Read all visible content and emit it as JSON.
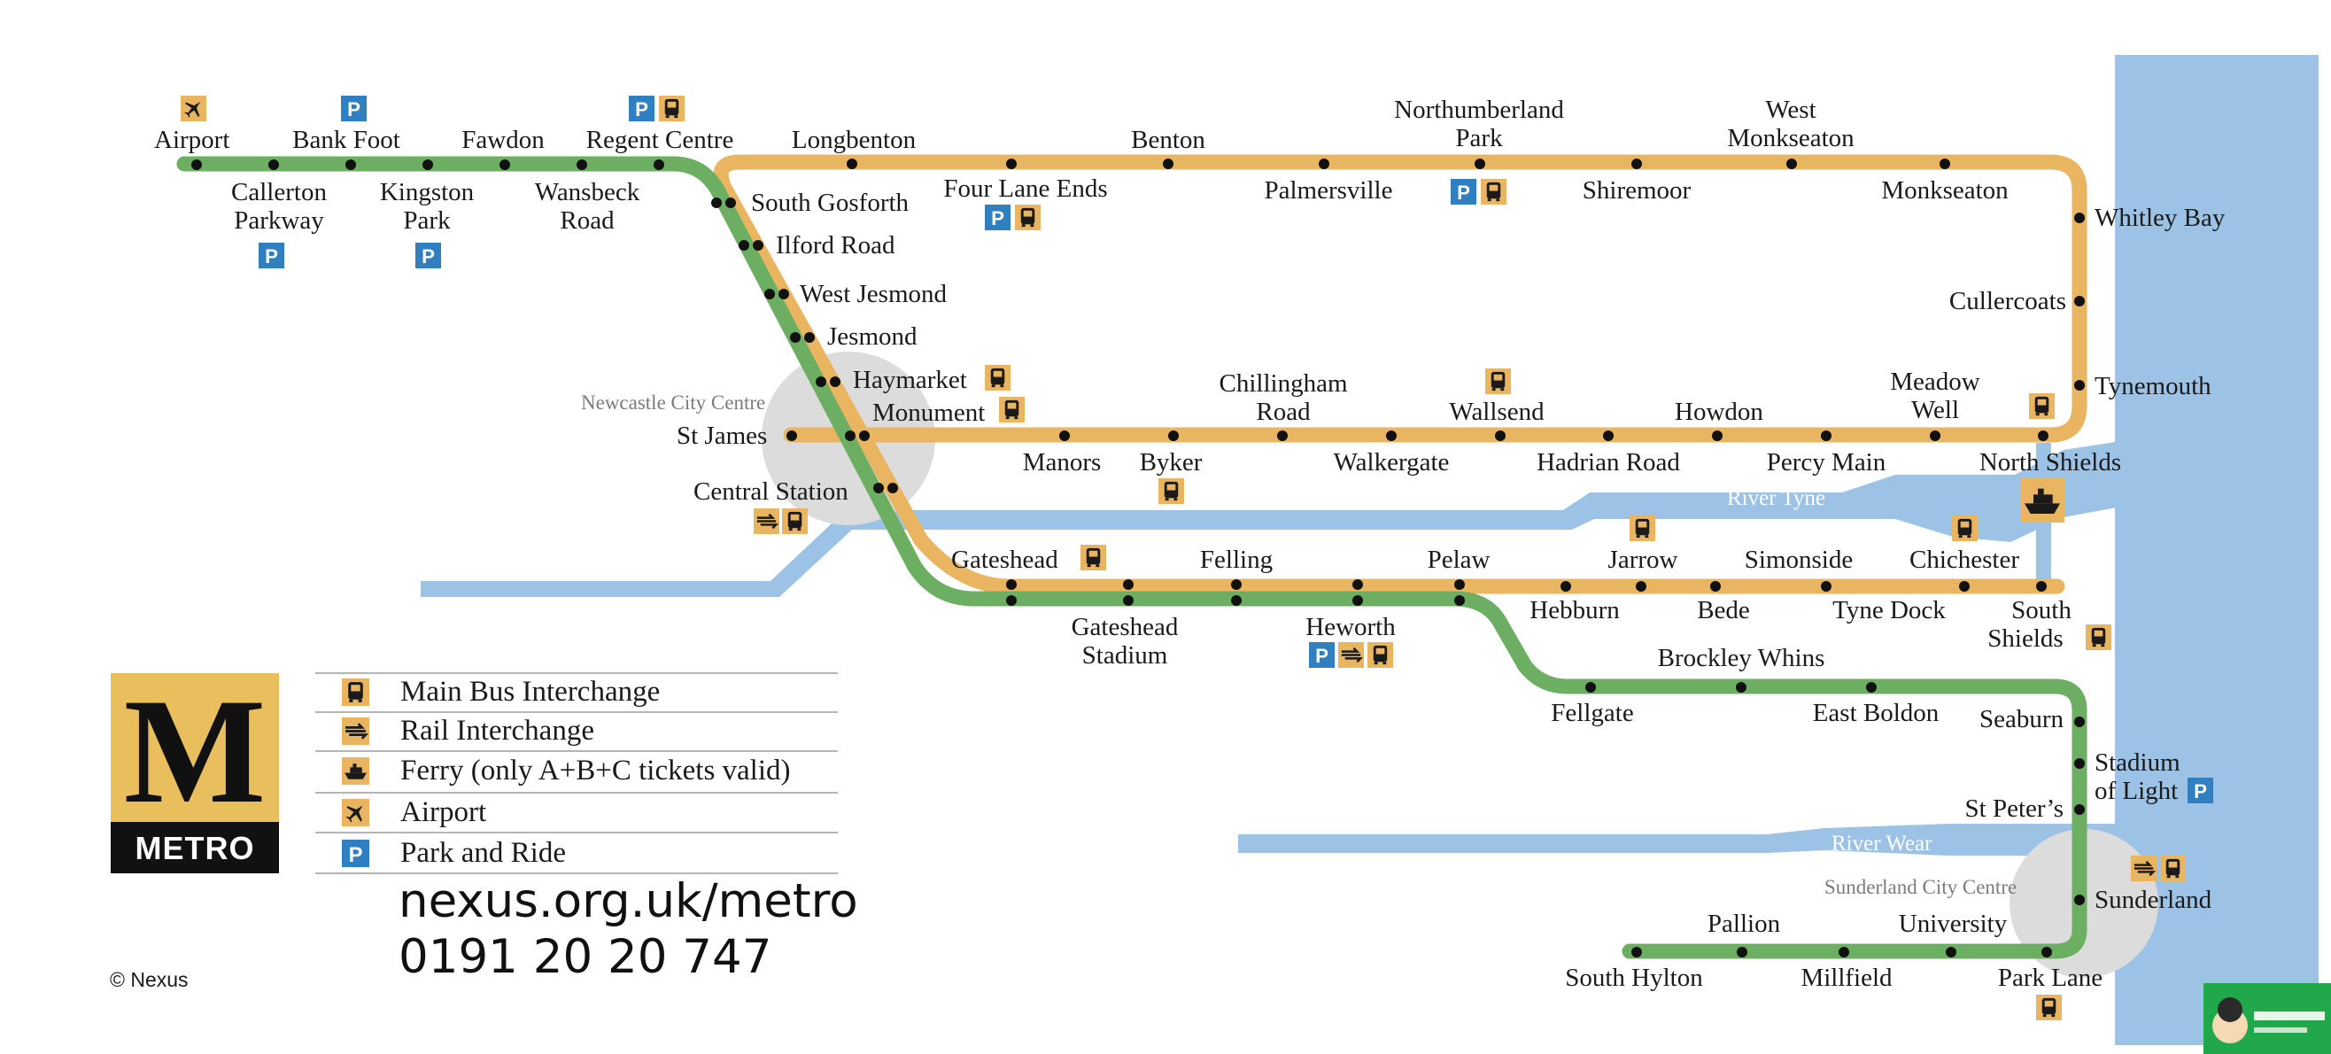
{
  "colors": {
    "yellow_line": "#eab560",
    "green_line": "#6daf62",
    "water": "#9cc3e6",
    "icon_bg_yellow": "#eab560",
    "icon_bg_blue": "#2f7fc1",
    "logo_yellow": "#e9bf5e",
    "logo_black": "#111111"
  },
  "areas": {
    "newcastle": "Newcastle City Centre",
    "sunderland": "Sunderland City Centre"
  },
  "rivers": {
    "tyne": "River Tyne",
    "wear": "River Wear"
  },
  "stations": {
    "airport": "Airport",
    "callerton_1": "Callerton",
    "callerton_2": "Parkway",
    "bank_foot": "Bank Foot",
    "kingston_1": "Kingston",
    "kingston_2": "Park",
    "fawdon": "Fawdon",
    "wansbeck_1": "Wansbeck",
    "wansbeck_2": "Road",
    "regent_centre": "Regent Centre",
    "south_gosforth": "South Gosforth",
    "ilford_road": "Ilford Road",
    "west_jesmond": "West Jesmond",
    "jesmond": "Jesmond",
    "haymarket": "Haymarket",
    "monument": "Monument",
    "st_james": "St James",
    "central_station": "Central Station",
    "longbenton": "Longbenton",
    "four_lane_ends": "Four Lane Ends",
    "benton": "Benton",
    "palmersville": "Palmersville",
    "northumberland_1": "Northumberland",
    "northumberland_2": "Park",
    "shiremoor": "Shiremoor",
    "west_monkseaton_1": "West",
    "west_monkseaton_2": "Monkseaton",
    "monkseaton": "Monkseaton",
    "whitley_bay": "Whitley Bay",
    "cullercoats": "Cullercoats",
    "tynemouth": "Tynemouth",
    "north_shields": "North Shields",
    "meadow_well_1": "Meadow",
    "meadow_well_2": "Well",
    "percy_main": "Percy Main",
    "howdon": "Howdon",
    "hadrian_road": "Hadrian Road",
    "wallsend": "Wallsend",
    "walkergate": "Walkergate",
    "chillingham_1": "Chillingham",
    "chillingham_2": "Road",
    "byker": "Byker",
    "manors": "Manors",
    "gateshead": "Gateshead",
    "gateshead_stadium_1": "Gateshead",
    "gateshead_stadium_2": "Stadium",
    "felling": "Felling",
    "heworth": "Heworth",
    "pelaw": "Pelaw",
    "hebburn": "Hebburn",
    "jarrow": "Jarrow",
    "bede": "Bede",
    "simonside": "Simonside",
    "tyne_dock": "Tyne Dock",
    "chichester": "Chichester",
    "south_shields_1": "South",
    "south_shields_2": "Shields",
    "brockley_whins": "Brockley Whins",
    "fellgate": "Fellgate",
    "east_boldon": "East Boldon",
    "seaburn": "Seaburn",
    "stadium_of_light_1": "Stadium",
    "stadium_of_light_2": "of Light",
    "st_peters": "St Peter’s",
    "sunderland": "Sunderland",
    "park_lane": "Park Lane",
    "university": "University",
    "millfield": "Millfield",
    "pallion": "Pallion",
    "south_hylton": "South Hylton"
  },
  "legend": {
    "items": [
      {
        "icon": "bus-icon",
        "label": "Main Bus Interchange"
      },
      {
        "icon": "rail-icon",
        "label": "Rail Interchange"
      },
      {
        "icon": "ferry-icon",
        "label": "Ferry (only A+B+C tickets valid)"
      },
      {
        "icon": "airport-icon",
        "label": "Airport"
      },
      {
        "icon": "parking-icon",
        "label": "Park and Ride"
      }
    ],
    "website": "nexus.org.uk/metro",
    "phone": "0191 20 20 747"
  },
  "logo": {
    "letter": "M",
    "word": "METRO"
  },
  "copyright": "© Nexus"
}
